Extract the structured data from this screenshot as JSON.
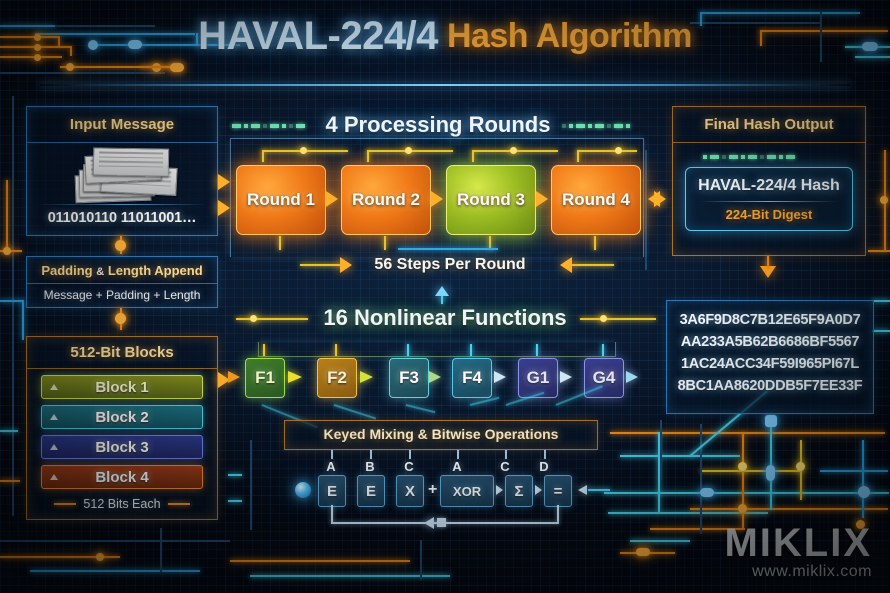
{
  "title": {
    "primary": "HAVAL-224/4",
    "secondary": "Hash Algorithm"
  },
  "input": {
    "heading": "Input Message",
    "binary": "011010110 11011001…",
    "icon": "document-stack-icon"
  },
  "padding": {
    "heading_main": "Padding",
    "heading_amp": "&",
    "heading_rest": "Length Append",
    "formula": "Message + Padding + Length"
  },
  "blocks": {
    "heading": "512-Bit Blocks",
    "items": [
      {
        "label": "Block 1",
        "color": "#cfe24a"
      },
      {
        "label": "Block 2",
        "color": "#49d4e8"
      },
      {
        "label": "Block 3",
        "color": "#6c84e8"
      },
      {
        "label": "Block 4",
        "color": "#f08a3a"
      }
    ],
    "footer": "512 Bits Each"
  },
  "rounds": {
    "heading": "4 Processing Rounds",
    "items": [
      {
        "label": "Round 1",
        "color": "#f07a18"
      },
      {
        "label": "Round 2",
        "color": "#f07a18"
      },
      {
        "label": "Round 3",
        "color": "#9dbe22"
      },
      {
        "label": "Round 4",
        "color": "#f07a18"
      }
    ],
    "steps_label": "56 Steps Per Round"
  },
  "functions": {
    "heading": "16 Nonlinear Functions",
    "items": [
      {
        "label": "F1",
        "color": "#9ede54"
      },
      {
        "label": "F2",
        "color": "#f2c24a"
      },
      {
        "label": "F3",
        "color": "#5fd2e0"
      },
      {
        "label": "F4",
        "color": "#55c8ea"
      },
      {
        "label": "G1",
        "color": "#8a92ea"
      },
      {
        "label": "G4",
        "color": "#8a92ea"
      }
    ]
  },
  "mixing": {
    "heading": "Keyed Mixing & Bitwise Operations",
    "top_labels": [
      "A",
      "B",
      "C",
      "A",
      "C",
      "D"
    ],
    "cells": [
      "E",
      "E",
      "X",
      "+",
      "XOR",
      "Σ",
      "="
    ]
  },
  "output": {
    "heading": "Final Hash Output",
    "hash_name": "HAVAL-224/4 Hash",
    "digest_size": "224-Bit Digest",
    "digest_lines": [
      "3A6F9D8C7B12E65F9A0D7",
      "AA233A5B62B6686BF5567",
      "1AC24ACC34F59I965PI67L",
      "8BC1AA8620DDB5F7EE33F"
    ]
  },
  "watermark": {
    "brand": "MIKLIX",
    "url": "www.miklix.com"
  },
  "colors": {
    "accent_orange": "#f08a16",
    "accent_blue": "#2fa8e8",
    "accent_cyan": "#62c8f0",
    "accent_gold": "#f2a83a",
    "background": "#0a1a30"
  }
}
